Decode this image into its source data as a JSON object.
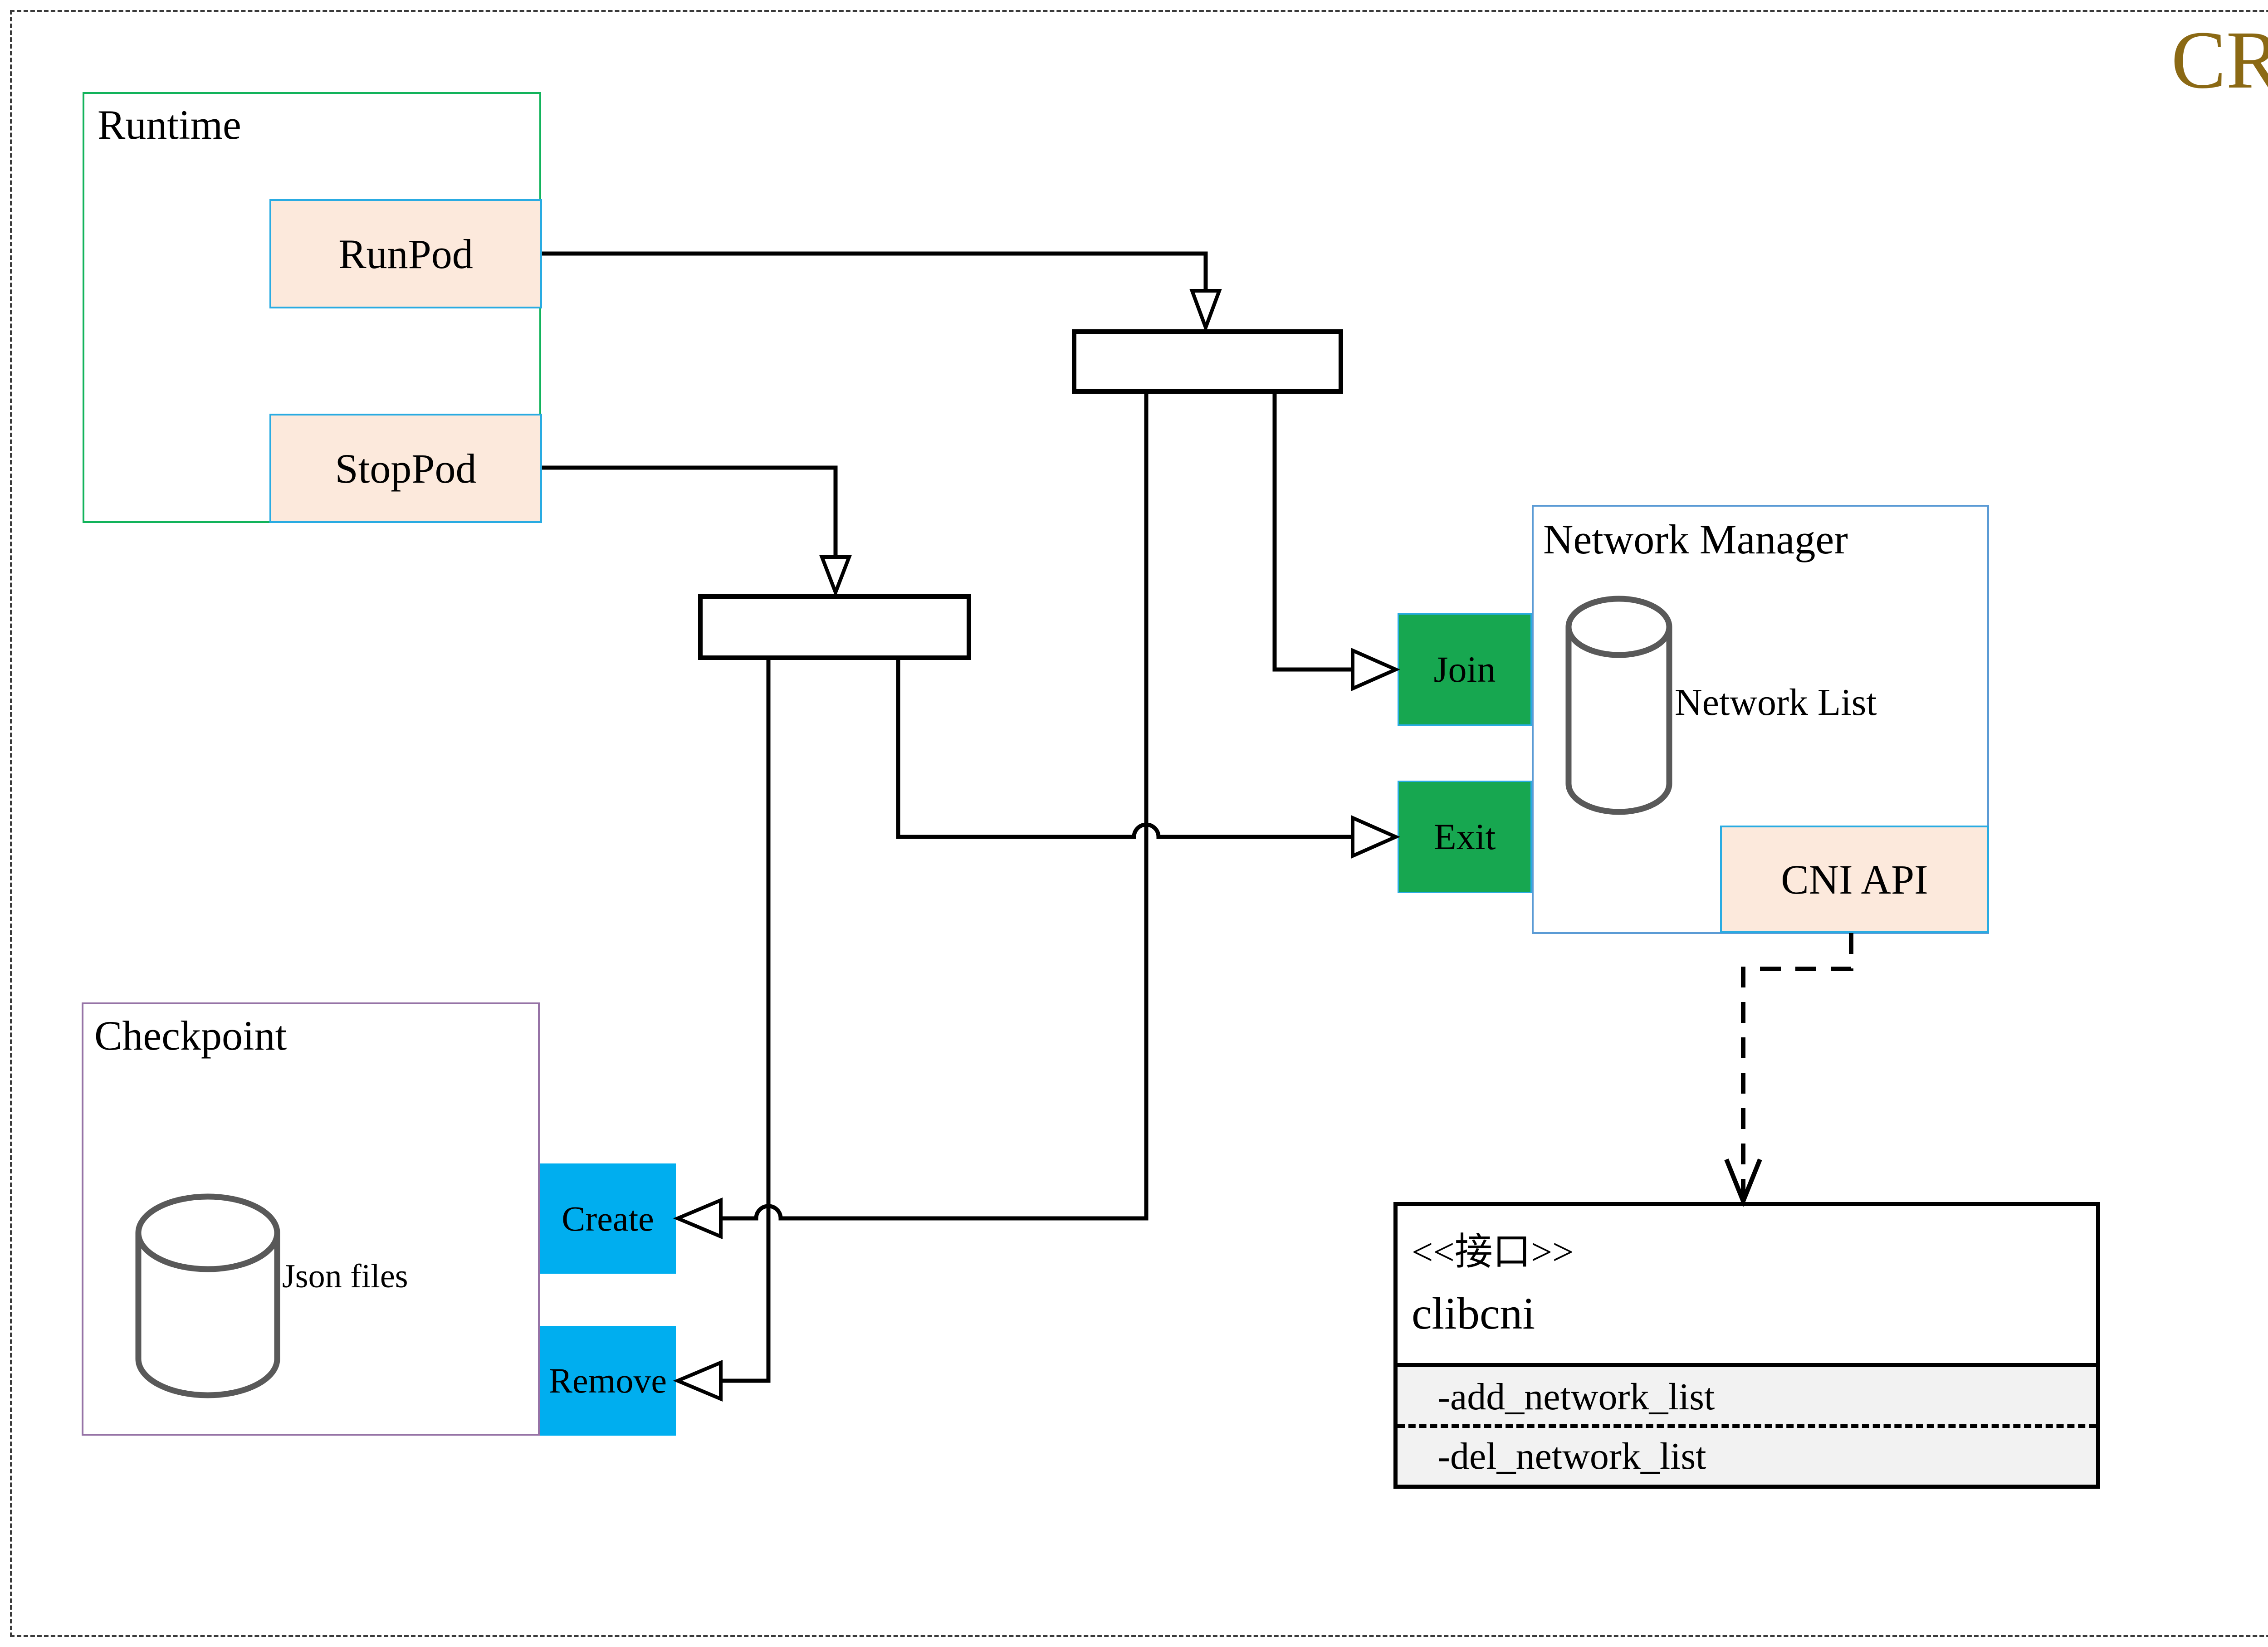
{
  "title": {
    "label": "CRI",
    "color": "#8B6914"
  },
  "runtime": {
    "label": "Runtime",
    "runpod_label": "RunPod",
    "stoppod_label": "StopPod"
  },
  "network_manager": {
    "label": "Network Manager",
    "join_label": "Join",
    "exit_label": "Exit",
    "network_list_label": "Network List",
    "cni_api_label": "CNI API"
  },
  "checkpoint": {
    "label": "Checkpoint",
    "json_files_label": "Json files",
    "create_label": "Create",
    "remove_label": "Remove"
  },
  "interface_box": {
    "stereotype": "<<接口>>",
    "name": "clibcni",
    "method_add": "-add_network_list",
    "method_del": "-del_network_list"
  },
  "colors": {
    "accent_gold": "#8B6914",
    "runtime_border_green": "#12b35b",
    "network_manager_border_blue": "#5b9bd5",
    "checkpoint_border_purple": "#9673a6",
    "operation_peach_fill": "#fce9dc",
    "operation_cyan_border": "#29abe2",
    "green_fill": "#17a750",
    "blue_fill": "#00AEEF",
    "interface_section_bg": "#f2f2f2",
    "line_color": "#000000",
    "cylinder_stroke": "#595959"
  }
}
